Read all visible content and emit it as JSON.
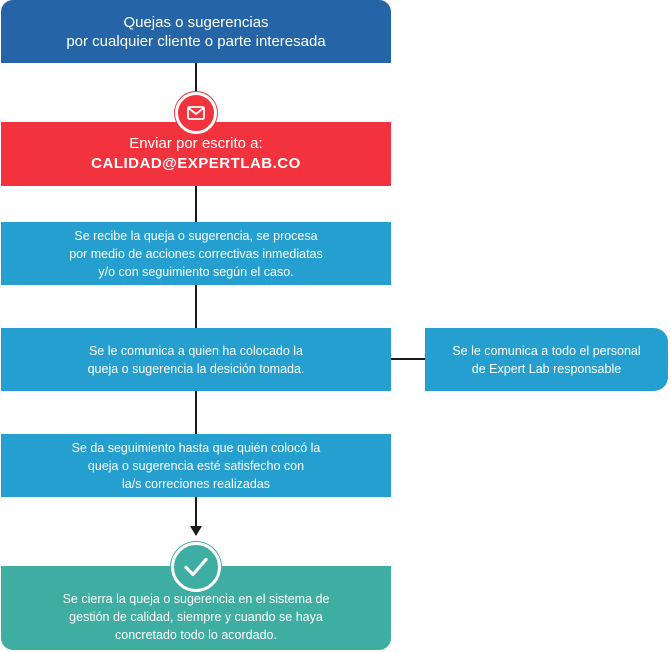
{
  "steps": [
    {
      "lines": [
        "Quejas o sugerencias",
        "por cualquier cliente o parte interesada"
      ]
    },
    {
      "lines": [
        "Enviar por escrito a:",
        "CALIDAD@EXPERTLAB.CO"
      ]
    },
    {
      "lines": [
        "Se recibe la queja o sugerencia, se procesa",
        "por medio de acciones correctivas inmediatas",
        "y/o con seguimiento según el caso."
      ]
    },
    {
      "lines": [
        "Se le comunica a quien ha colocado la",
        "queja o sugerencia la desición tomada."
      ]
    },
    {
      "lines": [
        "Se le comunica a todo el personal",
        "de Expert Lab responsable"
      ]
    },
    {
      "lines": [
        "Se da seguimiento hasta que quién colocó la",
        "queja o sugerencia esté satisfecho con",
        "la/s correciones realizadas"
      ]
    },
    {
      "lines": [
        "Se cierra la queja o sugerencia en el sistema de",
        "gestión de calidad, siempre y cuando se haya",
        "concretado todo lo acordado."
      ]
    }
  ],
  "icons": {
    "step2": "envelope-icon",
    "step7": "checkmark-icon"
  },
  "colors": {
    "header": "#2564a7",
    "alert": "#f2323c",
    "process": "#259fd0",
    "final": "#3eada2",
    "connector": "#1a1a1a"
  }
}
